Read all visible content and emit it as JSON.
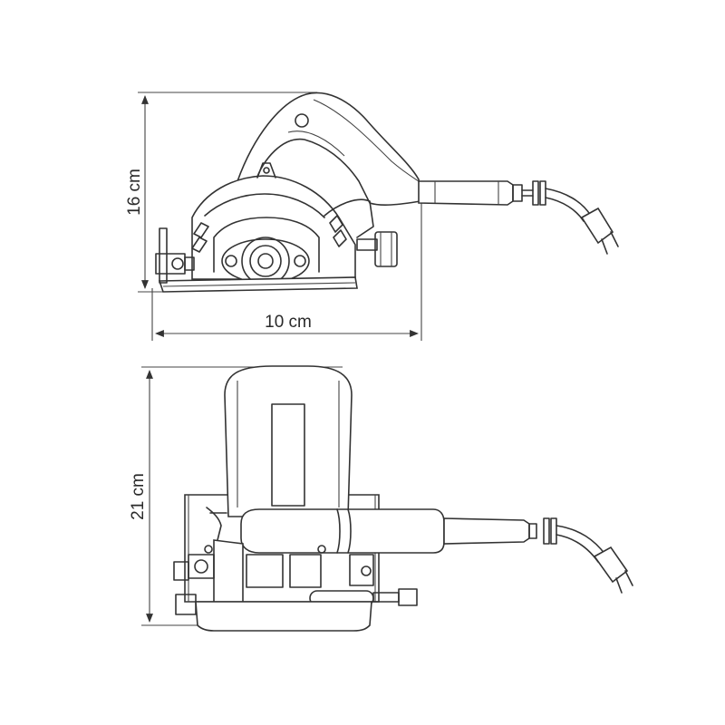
{
  "dimensions": {
    "side_height": "16 cm",
    "side_width": "10 cm",
    "top_height": "21 cm"
  },
  "colors": {
    "line": "#333333",
    "background": "#ffffff"
  }
}
